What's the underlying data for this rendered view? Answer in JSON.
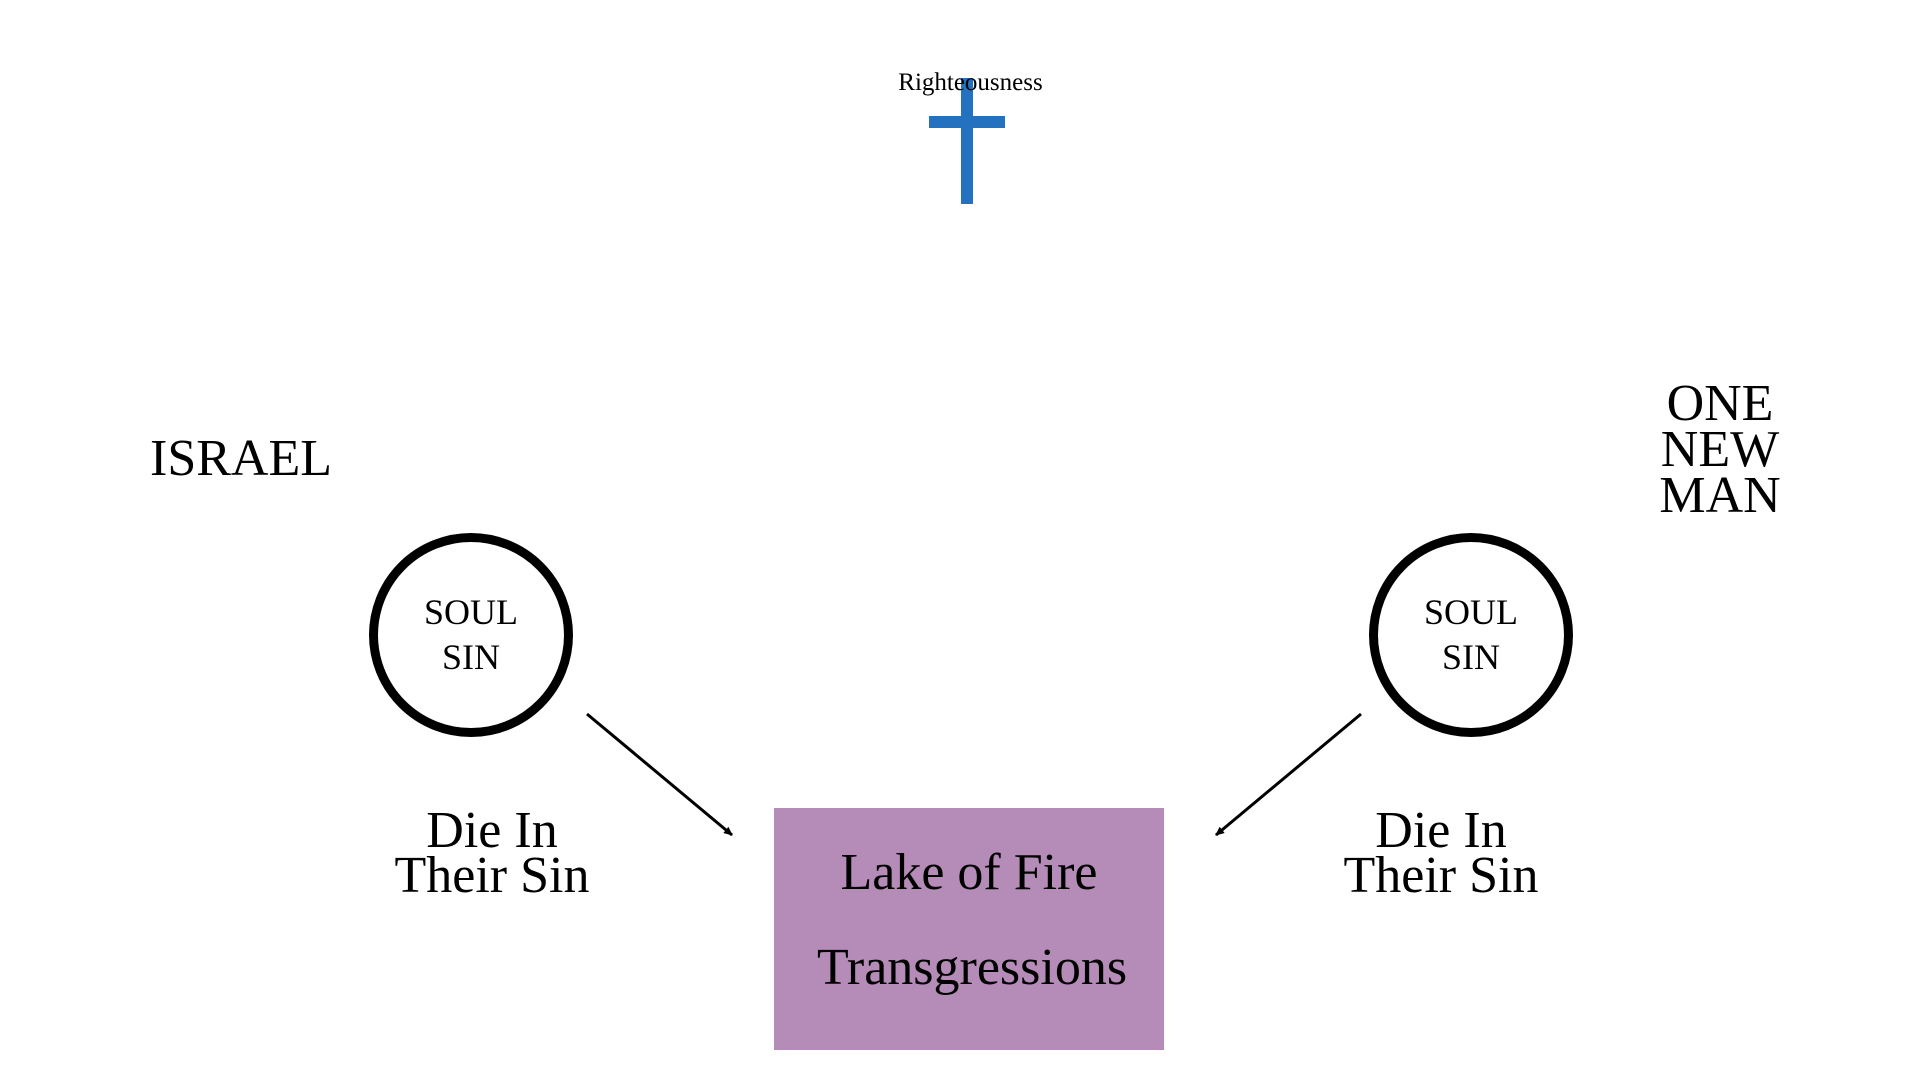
{
  "colors": {
    "cross": "#2472bf",
    "lake_fill": "#b48cb7",
    "text": "#000000",
    "arrow": "#000000"
  },
  "top": {
    "label": "Righteousness",
    "icon": "cross-icon"
  },
  "left_group": {
    "title": "ISRAEL",
    "circle_line1": "SOUL",
    "circle_line2": "SIN",
    "outcome_line1": "Die In",
    "outcome_line2": "Their Sin"
  },
  "right_group": {
    "title_line1": "ONE",
    "title_line2": "NEW",
    "title_line3": "MAN",
    "circle_line1": "SOUL",
    "circle_line2": "SIN",
    "outcome_line1": "Die In",
    "outcome_line2": "Their Sin"
  },
  "lake": {
    "title": "Lake of Fire",
    "subtitle": "Transgressions"
  }
}
